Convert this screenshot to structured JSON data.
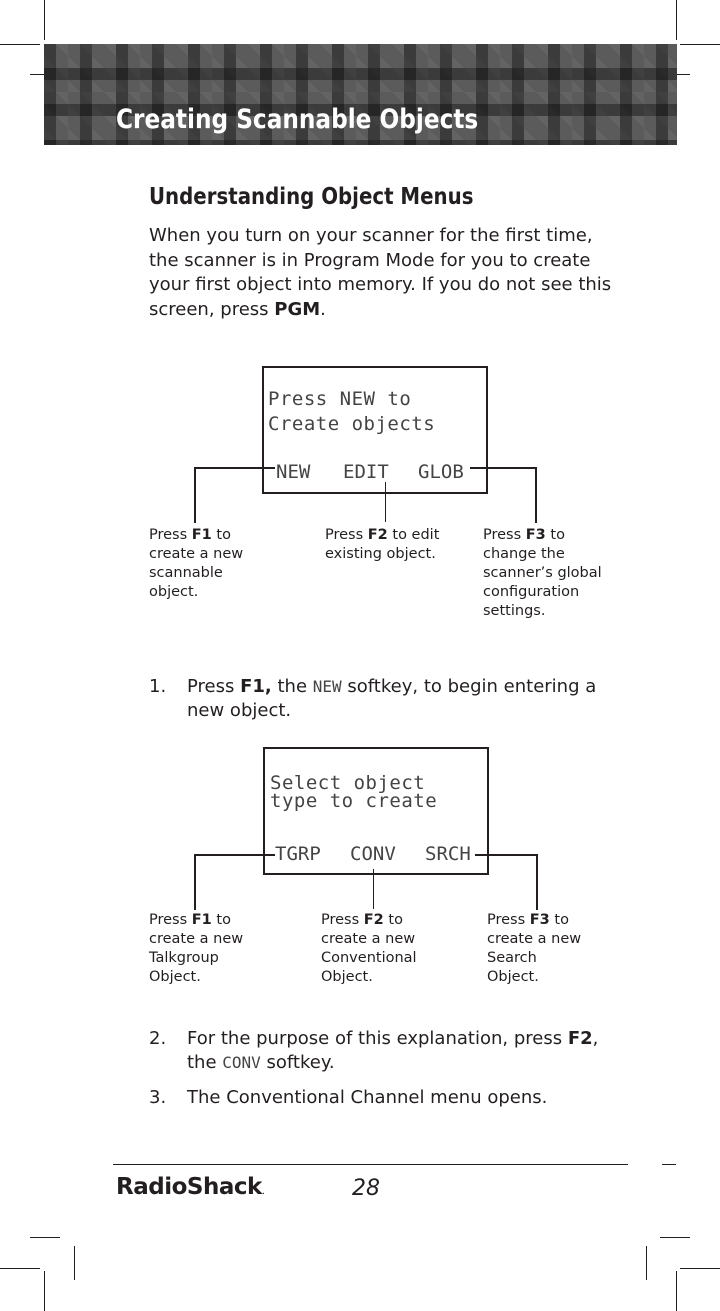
{
  "header": {
    "title": "Creating Scannable Objects"
  },
  "section": {
    "heading": "Understanding Object Menus",
    "intro_text": "When you turn on your scanner for the first time, the scanner is in Program Mode for you to create your first object into memory.  If you do not see this screen, press ",
    "intro_key": "PGM",
    "intro_end": "."
  },
  "screen1": {
    "line1": "Press NEW to",
    "line2": "Create objects",
    "softkeys": [
      "NEW",
      "EDIT",
      "GLOB"
    ],
    "callouts": [
      {
        "prefix": "Press ",
        "key": "F1",
        "rest": " to create a new scannable object."
      },
      {
        "prefix": "Press ",
        "key": "F2",
        "rest": " to edit existing object."
      },
      {
        "prefix": "Press ",
        "key": "F3",
        "rest": " to change the scanner’s global configuration settings."
      }
    ]
  },
  "step1": {
    "num": "1.",
    "pre": "Press ",
    "key": "F1,",
    "mid": " the ",
    "softkey": "NEW",
    "post": " softkey, to begin entering a new object."
  },
  "screen2": {
    "line1": "Select object",
    "line2": "type to create",
    "softkeys": [
      "TGRP",
      "CONV",
      "SRCH"
    ],
    "callouts": [
      {
        "prefix": "Press ",
        "key": "F1",
        "rest": " to create a new Talkgroup Object."
      },
      {
        "prefix": "Press ",
        "key": "F2",
        "rest": " to create a new Conventional Object."
      },
      {
        "prefix": "Press ",
        "key": "F3",
        "rest": " to create a new Search Object."
      }
    ]
  },
  "step2": {
    "num": "2.",
    "pre": "For the purpose of this explanation, press ",
    "key": "F2",
    "mid": ", the ",
    "softkey": "CONV",
    "post": " softkey."
  },
  "step3": {
    "num": "3.",
    "text": "The Conventional Channel menu opens."
  },
  "footer": {
    "brand": "RadioShack",
    "brand_dot": ".",
    "page_number": "28"
  }
}
